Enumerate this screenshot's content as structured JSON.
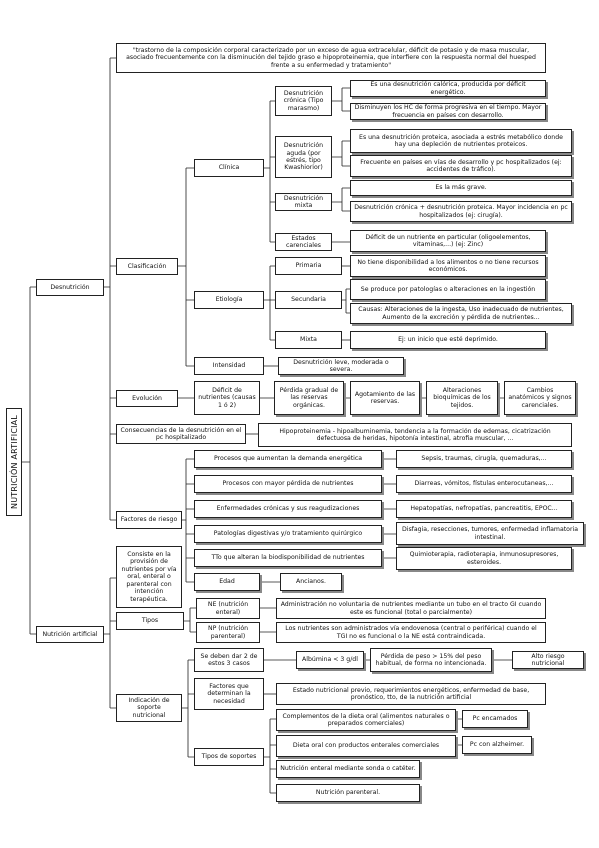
{
  "root": "NUTRICIÓN ARTIFICIAL",
  "desnutricion": {
    "label": "Desnutrición",
    "definition": "\"trastorno de la composición corporal caracterizado por un exceso de agua extracelular, déficit de potasio y de masa muscular, asociado frecuentemente con la disminución del tejido graso e hipoproteinemia, que interfiere con la respuesta normal del huesped frente a su enfermedad y tratamiento\"",
    "clasificacion": "Clasificación",
    "clinica": "Clínica",
    "cronica": "Desnutrición crónica (Tipo marasmo)",
    "cronica_a": "Es una desnutrición calórica, producida por déficit energético.",
    "cronica_b": "Disminuyen los HC de forma progresiva en el tiempo. Mayor frecuencia en países con desarrollo.",
    "aguda": "Desnutrición aguda (por estrés, tipo Kwashiorior)",
    "aguda_a": "Es una desnutrición proteica, asociada a estrés metabólico donde hay una depleción de nutrientes proteicos.",
    "aguda_b": "Frecuente en países en vías de desarrollo y pc hospitalizados (ej: accidentes de tráfico).",
    "mixta": "Desnutrición mixta",
    "mixta_a": "Es la más grave.",
    "mixta_b": "Desnutrición crónica + desnutrición proteica. Mayor incidencia en pc hospitalizados (ej: cirugía).",
    "carenciales": "Estados carenciales",
    "carenciales_a": "Déficit de un nutriente en particular (oligoelementos, vitaminas,...) (ej: Zinc)",
    "etiologia": "Etiología",
    "primaria": "Primaria",
    "primaria_a": "No tiene disponibilidad a los alimentos o no tiene recursos económicos.",
    "secundaria": "Secundaria",
    "secundaria_a": "Se produce por patologías o alteraciones en la ingestión",
    "secundaria_b": "Causas: Alteraciones de la ingesta, Uso inadecuado de nutrientes, Aumento de la excreción y pérdida de nutrientes...",
    "mixta_et": "Mixta",
    "mixta_et_a": "Ej: un inicio que esté deprimido.",
    "intensidad": "Intensidad",
    "intensidad_a": "Desnutrición leve, moderada o severa.",
    "evolucion": "Evolución",
    "evo_1": "Déficit de nutrientes (causas 1 ó 2)",
    "evo_2": "Pérdida gradual de las reservas orgánicas.",
    "evo_3": "Agotamiento de las reservas.",
    "evo_4": "Alteraciones bioquímicas de los tejidos.",
    "evo_5": "Cambios anatómicos y signos carenciales.",
    "consecuencias": "Consecuencias de la desnutrición en el pc hospitalizado",
    "consecuencias_a": "Hipoproteinemia - hipoalbuminemia, tendencia a la formación de edemas, cicatrización defectuosa de heridas, hipotonía intestinal, atrofia muscular, ...",
    "factores": "Factores de riesgo",
    "f1": "Procesos que aumentan la demanda energética",
    "f1_a": "Sepsis, traumas, cirugía, quemaduras,...",
    "f2": "Procesos con mayor pérdida de nutrientes",
    "f2_a": "Diarreas, vómitos, fístulas enterocutaneas,...",
    "f3": "Enfermedades crónicas y sus reagudizaciones",
    "f3_a": "Hepatopatías, nefropatías, pancreatitis, EPOC...",
    "f4": "Patologías digestivas y/o tratamiento quirúrgico",
    "f4_a": "Disfagia, resecciones, tumores, enfermedad inflamatoria intestinal.",
    "f5": "TTo que alteran la biodisponibilidad de nutrientes",
    "f5_a": "Quimioterapia, radioterapia, inmunosupresores, esteroides.",
    "f6": "Edad",
    "f6_a": "Ancianos."
  },
  "nutricion": {
    "label": "Nutrición artificial",
    "definition": "Consiste en la provisión de nutrientes por vía oral, enteral o parenteral con intención terapéutica.",
    "tipos": "Tipos",
    "ne": "NE (nutrición enteral)",
    "ne_a": "Administración no voluntaria de nutrientes mediante un tubo en el tracto GI cuando este es funcional (total o parcialmente)",
    "np": "NP (nutrición parenteral)",
    "np_a": "Los nutrientes son administrados vía endovenosa (central o periférica) cuando el TGI no es funcional o la NE está contraindicada.",
    "indicacion": "Indicación de soporte nutricional",
    "deben": "Se deben dar 2 de estos 3 casos",
    "albumina": "Albúmina < 3 g/dl",
    "perdida": "Pérdida de peso > 15% del peso habitual, de forma no intencionada.",
    "alto_riesgo": "Alto riesgo nutricional",
    "factores_det": "Factores que determinan la necesidad",
    "factores_det_a": "Estado nutricional previo, requerimientos energéticos, enfermedad de base, pronóstico, tto, de la nutrición artificial",
    "tipos_soporte": "Tipos de soportes",
    "s1": "Complementos de la dieta oral (alimentos naturales o preparados comerciales)",
    "s1_a": "Pc encamados",
    "s2": "Dieta oral con productos enterales comerciales",
    "s2_a": "Pc con alzheimer.",
    "s3": "Nutrición enteral mediante sonda o catéter.",
    "s4": "Nutrición parenteral."
  }
}
